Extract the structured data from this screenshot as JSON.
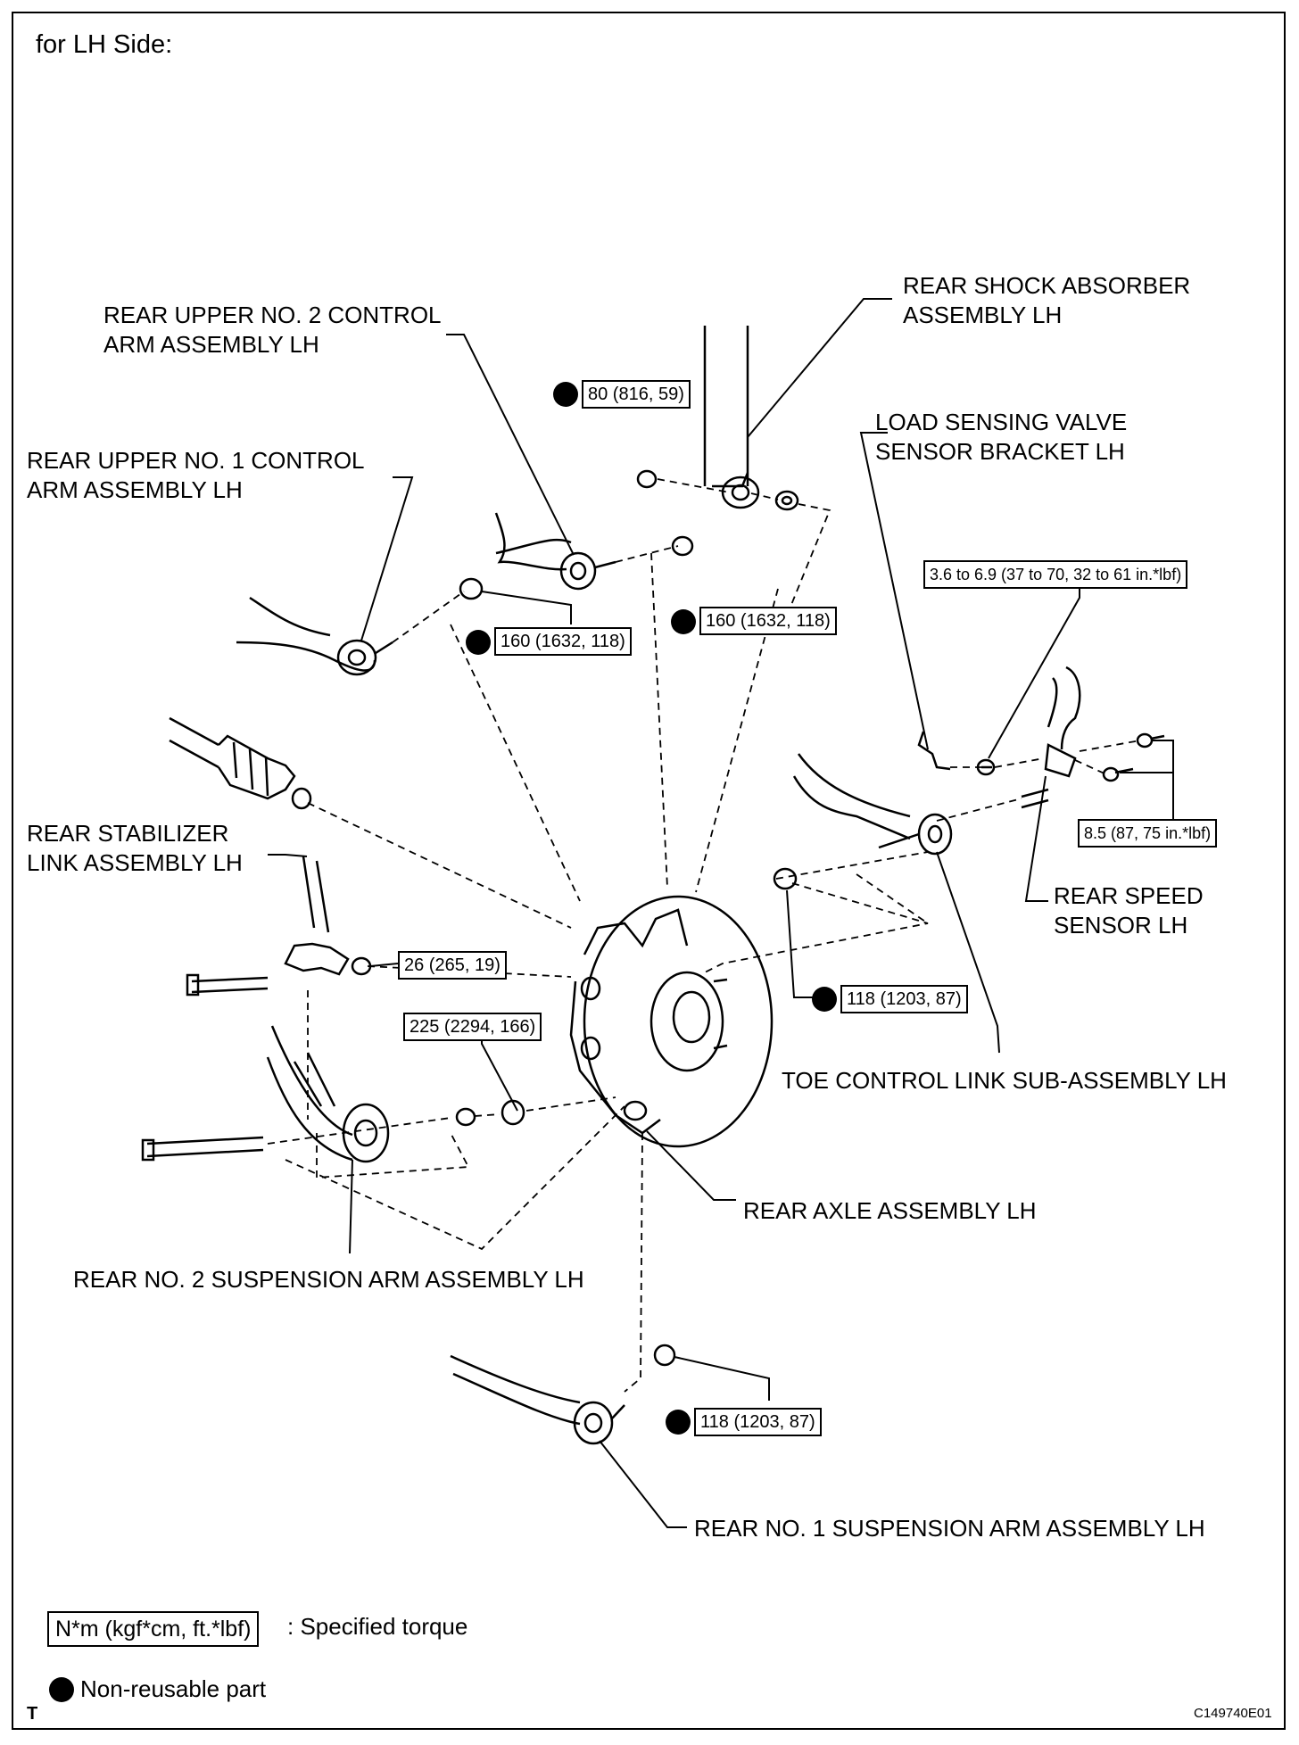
{
  "header": {
    "side_label": "for LH Side:"
  },
  "parts": {
    "rear_shock_absorber_l1": "REAR SHOCK ABSORBER",
    "rear_shock_absorber_l2": "ASSEMBLY LH",
    "upper_no2_l1": "REAR UPPER NO. 2 CONTROL",
    "upper_no2_l2": "ARM ASSEMBLY LH",
    "upper_no1_l1": "REAR UPPER NO. 1 CONTROL",
    "upper_no1_l2": "ARM ASSEMBLY LH",
    "load_sensing_l1": "LOAD SENSING VALVE",
    "load_sensing_l2": "SENSOR BRACKET LH",
    "stabilizer_l1": "REAR STABILIZER",
    "stabilizer_l2": "LINK ASSEMBLY LH",
    "speed_sensor_l1": "REAR SPEED",
    "speed_sensor_l2": "SENSOR LH",
    "toe_control": "TOE CONTROL LINK SUB-ASSEMBLY LH",
    "rear_axle": "REAR AXLE ASSEMBLY LH",
    "no2_suspension": "REAR NO. 2 SUSPENSION ARM ASSEMBLY LH",
    "no1_suspension": "REAR NO. 1 SUSPENSION ARM ASSEMBLY LH"
  },
  "torques": {
    "shock_nut": "80 (816, 59)",
    "upper_no1_nut": "160 (1632, 118)",
    "upper_no2_nut": "160 (1632, 118)",
    "sensor_bracket_bolt": "3.6 to 6.9 (37 to 70, 32 to 61 in.*lbf)",
    "speed_sensor_bolt": "8.5 (87, 75 in.*lbf)",
    "stabilizer_nut": "26 (265, 19)",
    "toe_control_nut": "118 (1203, 87)",
    "no2_arm_nut": "225 (2294, 166)",
    "no1_arm_nut": "118 (1203, 87)"
  },
  "legend": {
    "torque_box": "N*m (kgf*cm, ft.*lbf)",
    "torque_desc": ": Specified torque",
    "nonreusable": "Non-reusable part"
  },
  "footer": {
    "corner_mark": "T",
    "figure_code": "C149740E01"
  },
  "colors": {
    "line": "#000000",
    "background": "#ffffff"
  }
}
